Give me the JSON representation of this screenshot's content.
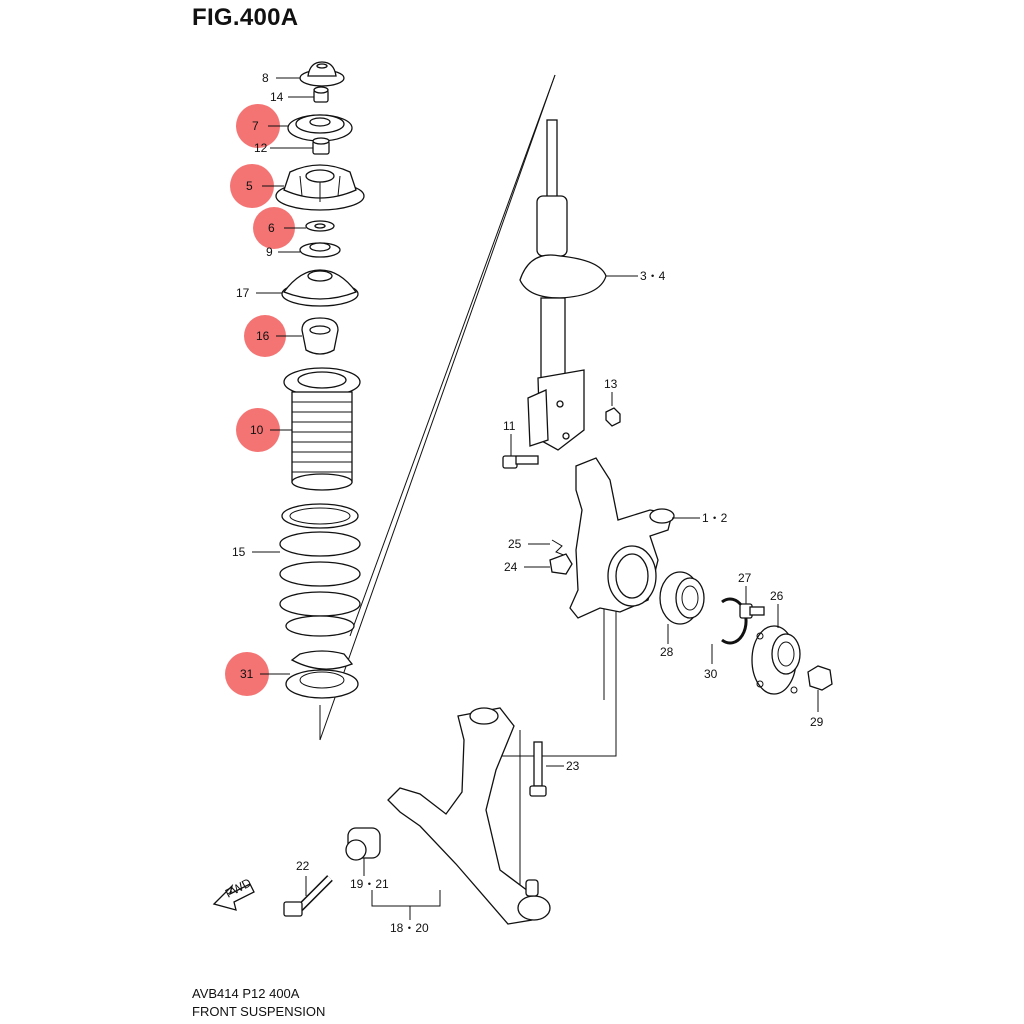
{
  "header": {
    "title": "FIG.400A"
  },
  "footer": {
    "code": "AVB414 P12 400A",
    "name": "FRONT SUSPENSION"
  },
  "direction_badge": "FWD",
  "highlighted_parts": [
    "7",
    "5",
    "6",
    "16",
    "10",
    "31"
  ],
  "callouts": {
    "p8": "8",
    "p14": "14",
    "p7": "7",
    "p12": "12",
    "p5": "5",
    "p6": "6",
    "p9": "9",
    "p17": "17",
    "p16": "16",
    "p10": "10",
    "p15": "15",
    "p31": "31",
    "p3_4": "3・4",
    "p13": "13",
    "p11": "11",
    "p1_2": "1・2",
    "p25": "25",
    "p24": "24",
    "p27": "27",
    "p26": "26",
    "p28": "28",
    "p30": "30",
    "p29": "29",
    "p23": "23",
    "p22": "22",
    "p19_21": "19・21",
    "p18_20": "18・20"
  },
  "colors": {
    "highlight": "#f25c5c",
    "line": "#111111"
  }
}
